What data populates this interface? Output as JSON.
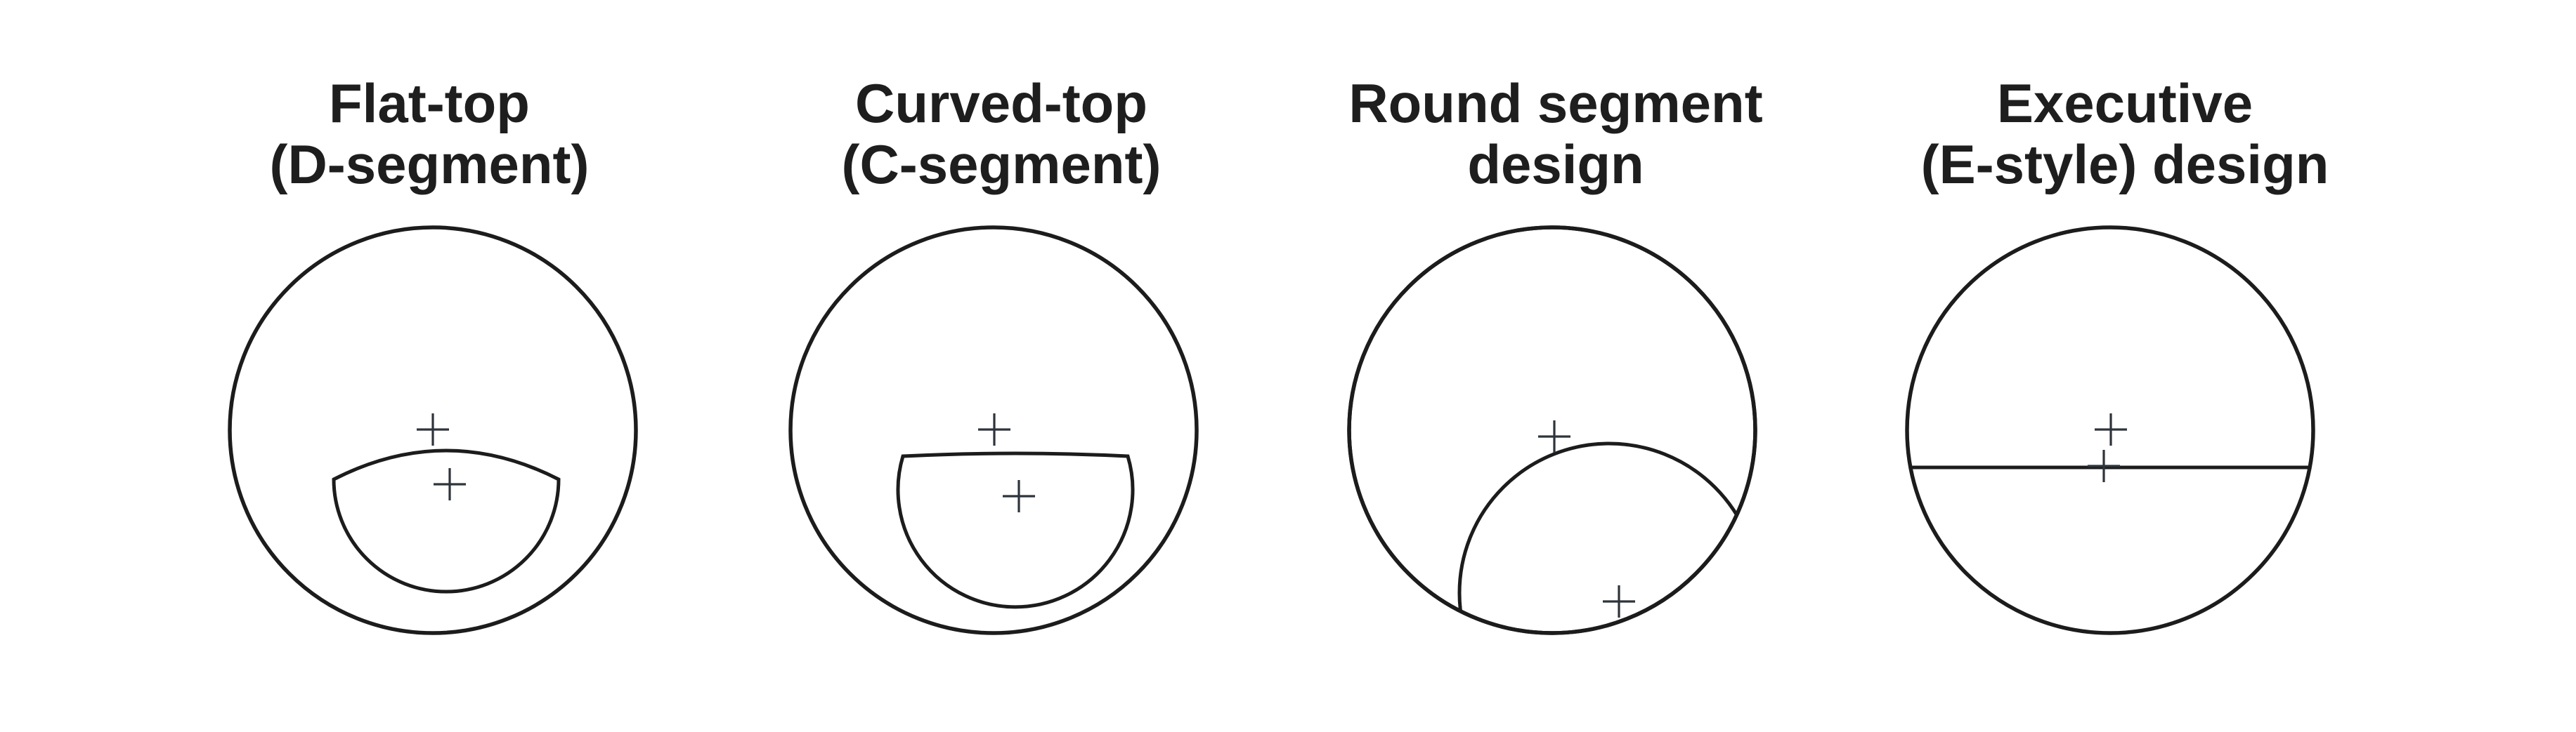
{
  "figure": {
    "description_markers": "plus",
    "panels": [
      {
        "id": "flat-top",
        "title_line1": "Flat-top",
        "title_line2": "(D-segment)"
      },
      {
        "id": "curved-top",
        "title_line1": "Curved-top",
        "title_line2": "(C-segment)"
      },
      {
        "id": "round-segment",
        "title_line1": "Round segment",
        "title_line2": "design"
      },
      {
        "id": "executive",
        "title_line1": "Executive",
        "title_line2": "(E-style) design"
      }
    ]
  },
  "colors": {
    "background": "#ffffff",
    "lens_fill": "#dbe5f1",
    "outline": "#1c1c1c",
    "marker": "#2e343b",
    "title_text": "#1e1e1e"
  }
}
